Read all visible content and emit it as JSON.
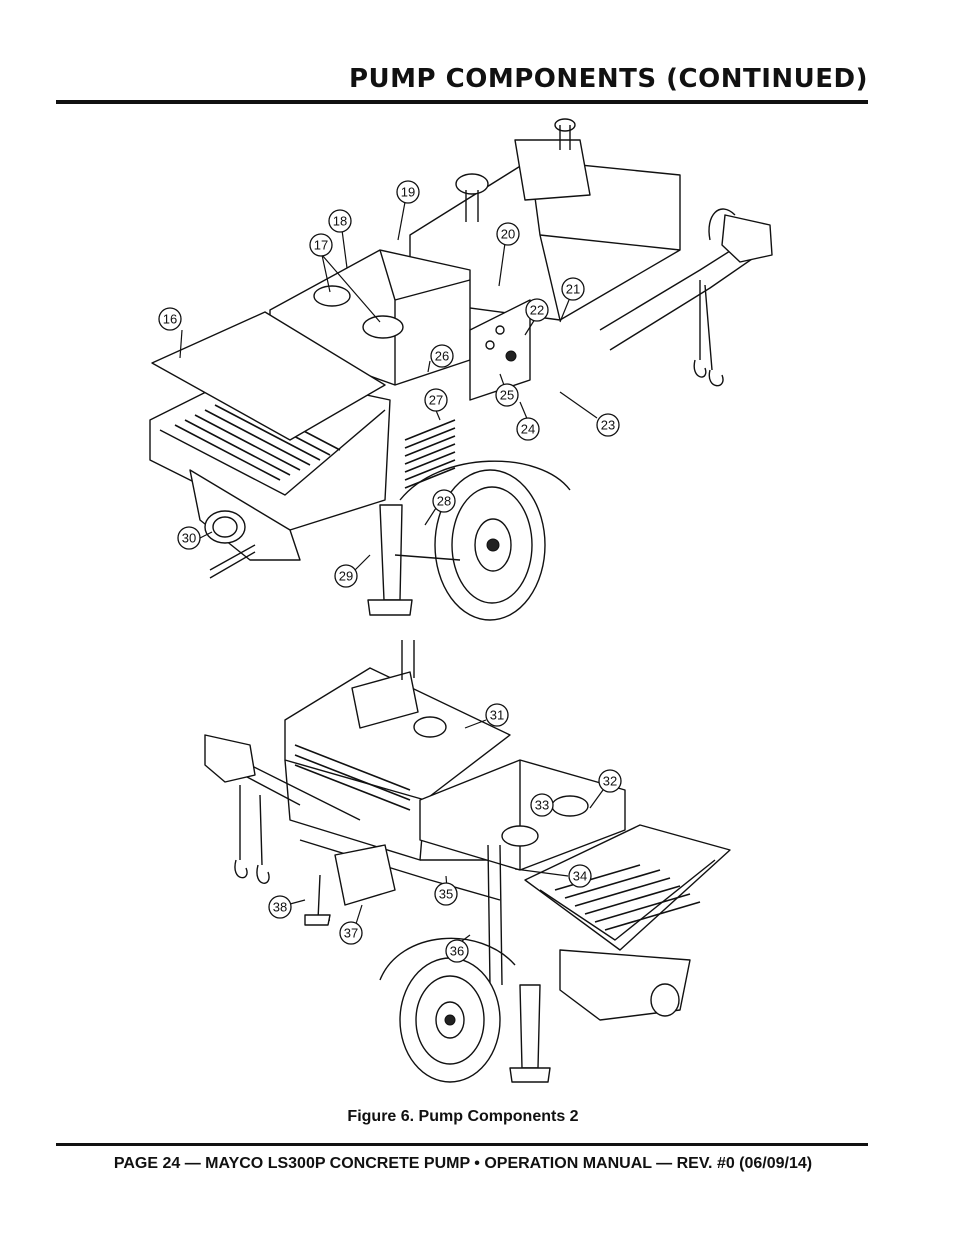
{
  "header": {
    "title": "PUMP COMPONENTS (CONTINUED)"
  },
  "figure": {
    "caption": "Figure 6. Pump Components 2",
    "callouts": [
      "16",
      "17",
      "18",
      "19",
      "20",
      "21",
      "22",
      "23",
      "24",
      "25",
      "26",
      "27",
      "28",
      "29",
      "30",
      "31",
      "32",
      "33",
      "34",
      "35",
      "36",
      "37",
      "38"
    ]
  },
  "footer": {
    "text": "PAGE 24 — MAYCO LS300P CONCRETE PUMP • OPERATION MANUAL — REV. #0 (06/09/14)"
  }
}
